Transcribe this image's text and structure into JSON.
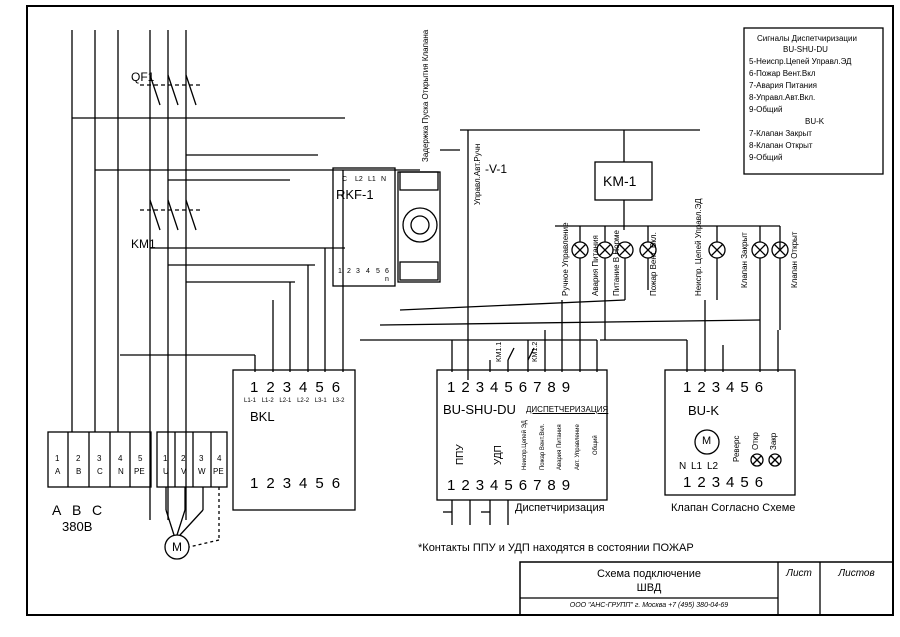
{
  "legend": {
    "title1": "Сигналы Диспетчиризации",
    "title2": "BU-SHU-DU",
    "du_items": [
      "5-Неиспр.Цепей Управл.ЭД",
      "6-Пожар Вент.Вкл",
      "7-Авария Питания",
      "8-Управл.Авт.Вкл.",
      "9-Общий"
    ],
    "bu_k_title": "BU-K",
    "bu_k_items": [
      "7-Клапан Закрыт",
      "8-Клапан Открыт",
      "9-Общий"
    ]
  },
  "devices": {
    "qf1": "QF1",
    "km1": "KM1",
    "km1_coil": "KM-1",
    "rkf": "RKF-1",
    "rkf_terminals_top": [
      "C",
      "L2",
      "L1",
      "N"
    ],
    "rkf_terminals_bottom": [
      "1",
      "2",
      "3",
      "4",
      "5",
      "6"
    ],
    "rkf_bottom_sub": [
      "",
      "",
      "",
      "",
      "",
      "n"
    ],
    "delay_label": "Задержка Пуска Открытия Клапана",
    "manual_auto_label": "Управл.Авт.Ручн",
    "relay_v1": "-V-1",
    "bkl": "BKL",
    "bkl_top_nums": [
      "1",
      "2",
      "3",
      "4",
      "5",
      "6"
    ],
    "bkl_top_sub": [
      "L1-1",
      "L1-2",
      "L2-1",
      "L2-2",
      "L3-1",
      "L3-2"
    ],
    "bkl_bottom_nums": [
      "1",
      "2",
      "3",
      "4",
      "5",
      "6"
    ],
    "bu_shu": "BU-SHU-DU",
    "bu_shu_top_nums": [
      "1",
      "2",
      "3",
      "4",
      "5",
      "6",
      "7",
      "8",
      "9"
    ],
    "bu_shu_bottom_nums": [
      "1",
      "2",
      "3",
      "4",
      "5",
      "6",
      "7",
      "8",
      "9"
    ],
    "dispatch_small": "ДИСПЕТЧЕРИЗАЦИЯ",
    "ppu": "ППУ",
    "udp": "УДП",
    "bu_shu_v_labels": [
      "Неиспр.Цепей ЭД",
      "Пожар Вент.Вкл.",
      "Авария Питания",
      "Авт. Управление",
      "Общий"
    ],
    "dispatch": "Диспетчиризация",
    "km11": "KM1.1",
    "km12": "KM1.2",
    "bu_k": "BU-K",
    "bu_k_top_nums": [
      "1",
      "2",
      "3",
      "4",
      "5",
      "6"
    ],
    "bu_k_bottom_nums": [
      "1",
      "2",
      "3",
      "4",
      "5",
      "6"
    ],
    "motor": "M",
    "bu_k_n": "N",
    "bu_k_l1": "L1",
    "bu_k_l2": "L2",
    "bu_k_v_labels": [
      "Реверс",
      "Откр",
      "Закр"
    ],
    "valve_caption": "Клапан Согласно Схеме",
    "lamp_labels": [
      "Ручное Управление",
      "Авария Питания",
      "Питание В Норме",
      "Пожар Вент. Вкл.",
      "Неиспр. Цепей Управл.ЭД",
      "Клапан Закрыт",
      "Клапан Открыт"
    ]
  },
  "terminal_block": {
    "numbers": [
      "1",
      "2",
      "3",
      "4",
      "5",
      "1",
      "2",
      "3",
      "4"
    ],
    "letters": [
      "A",
      "B",
      "C",
      "N",
      "PE",
      "U",
      "V",
      "W",
      "PE"
    ],
    "phase_labels": [
      "A",
      "B",
      "C"
    ],
    "voltage": "380В"
  },
  "motor_main": "M",
  "note": "*Контакты ППУ и УДП находятся в состоянии ПОЖАР",
  "title_block": {
    "title1": "Схема подключение",
    "title2": "ШВД",
    "sheet": "Лист",
    "sheets": "Листов",
    "company": "ООО \"АНС-ГРУПП\" г. Москва +7 (495) 380-04-69"
  }
}
